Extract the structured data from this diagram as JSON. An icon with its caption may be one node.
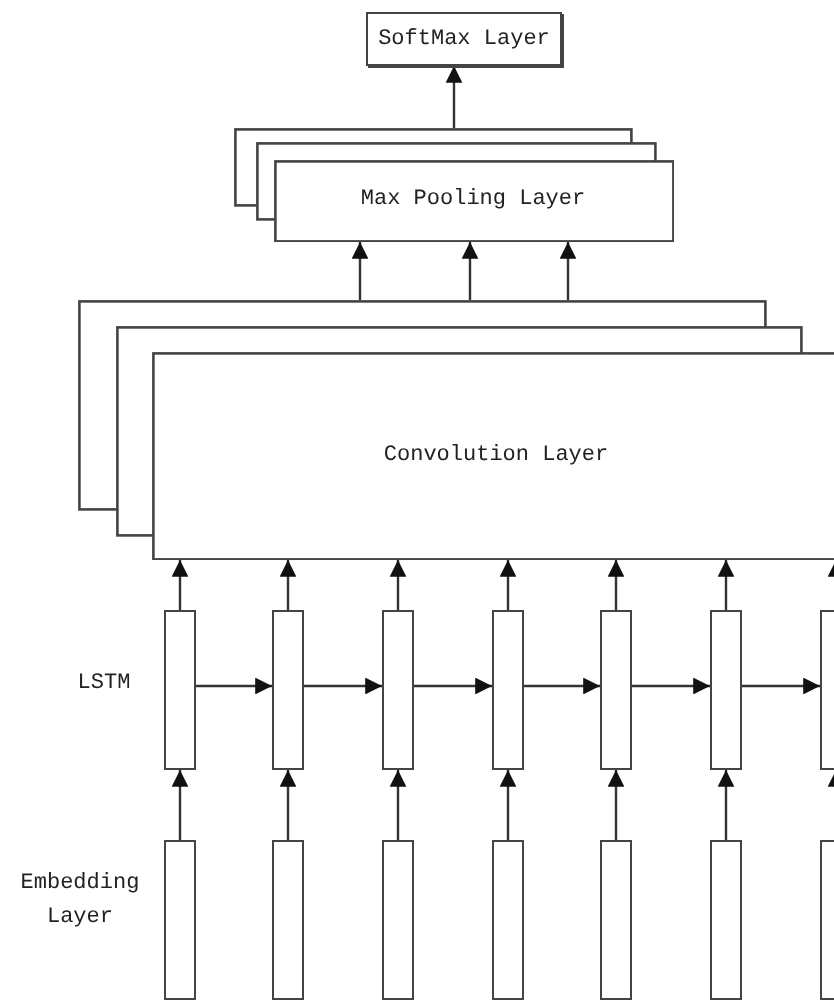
{
  "diagram": {
    "nodes": [
      {
        "text": [
          "SoftMax Layer"
        ]
      },
      {
        "text": [
          "Max Pooling Layer"
        ]
      },
      {
        "text": [
          "Convolution Layer"
        ]
      },
      {
        "text": [],
        "shape": "box"
      },
      {
        "text": [],
        "shape": "box"
      },
      {
        "text": [],
        "shape": "box"
      },
      {
        "text": [],
        "shape": "box"
      },
      {
        "text": [],
        "shape": "box"
      },
      {
        "text": [],
        "shape": "box"
      },
      {
        "text": [],
        "shape": "box"
      },
      {
        "text": [],
        "shape": "box"
      },
      {
        "text": [],
        "shape": "box"
      },
      {
        "text": [],
        "shape": "box"
      },
      {
        "text": [],
        "shape": "box"
      },
      {
        "text": [],
        "shape": "box"
      },
      {
        "text": [],
        "shape": "box"
      },
      {
        "text": [],
        "shape": "box"
      }
    ],
    "edges": [
      {
        "from": 1,
        "to": 0,
        "arrow": "to"
      },
      {
        "from": 2,
        "to": 1,
        "arrow": "to"
      },
      {
        "from": 2,
        "to": 1,
        "arrow": "to"
      },
      {
        "from": 2,
        "to": 1,
        "arrow": "to"
      },
      {
        "from": 3,
        "to": 2,
        "arrow": "to"
      },
      {
        "from": 4,
        "to": 2,
        "arrow": "to"
      },
      {
        "from": 5,
        "to": 2,
        "arrow": "to"
      },
      {
        "from": 6,
        "to": 2,
        "arrow": "to"
      },
      {
        "from": 7,
        "to": 2,
        "arrow": "to"
      },
      {
        "from": 8,
        "to": 2,
        "arrow": "to"
      },
      {
        "from": 9,
        "to": 2,
        "arrow": "to"
      },
      {
        "from": 3,
        "to": 4,
        "arrow": "to"
      },
      {
        "from": 4,
        "to": 5,
        "arrow": "to"
      },
      {
        "from": 5,
        "to": 6,
        "arrow": "to"
      },
      {
        "from": 6,
        "to": 7,
        "arrow": "to"
      },
      {
        "from": 7,
        "to": 8,
        "arrow": "to"
      },
      {
        "from": 8,
        "to": 9,
        "arrow": "to"
      },
      {
        "from": 10,
        "to": 3,
        "arrow": "to"
      },
      {
        "from": 11,
        "to": 4,
        "arrow": "to"
      },
      {
        "from": 12,
        "to": 5,
        "arrow": "to"
      },
      {
        "from": 13,
        "to": 6,
        "arrow": "to"
      },
      {
        "from": 14,
        "to": 7,
        "arrow": "to"
      },
      {
        "from": 15,
        "to": 8,
        "arrow": "to"
      },
      {
        "from": 16,
        "to": 9,
        "arrow": "to"
      }
    ],
    "labels": [
      "LSTM",
      "Embedding Layer"
    ]
  }
}
